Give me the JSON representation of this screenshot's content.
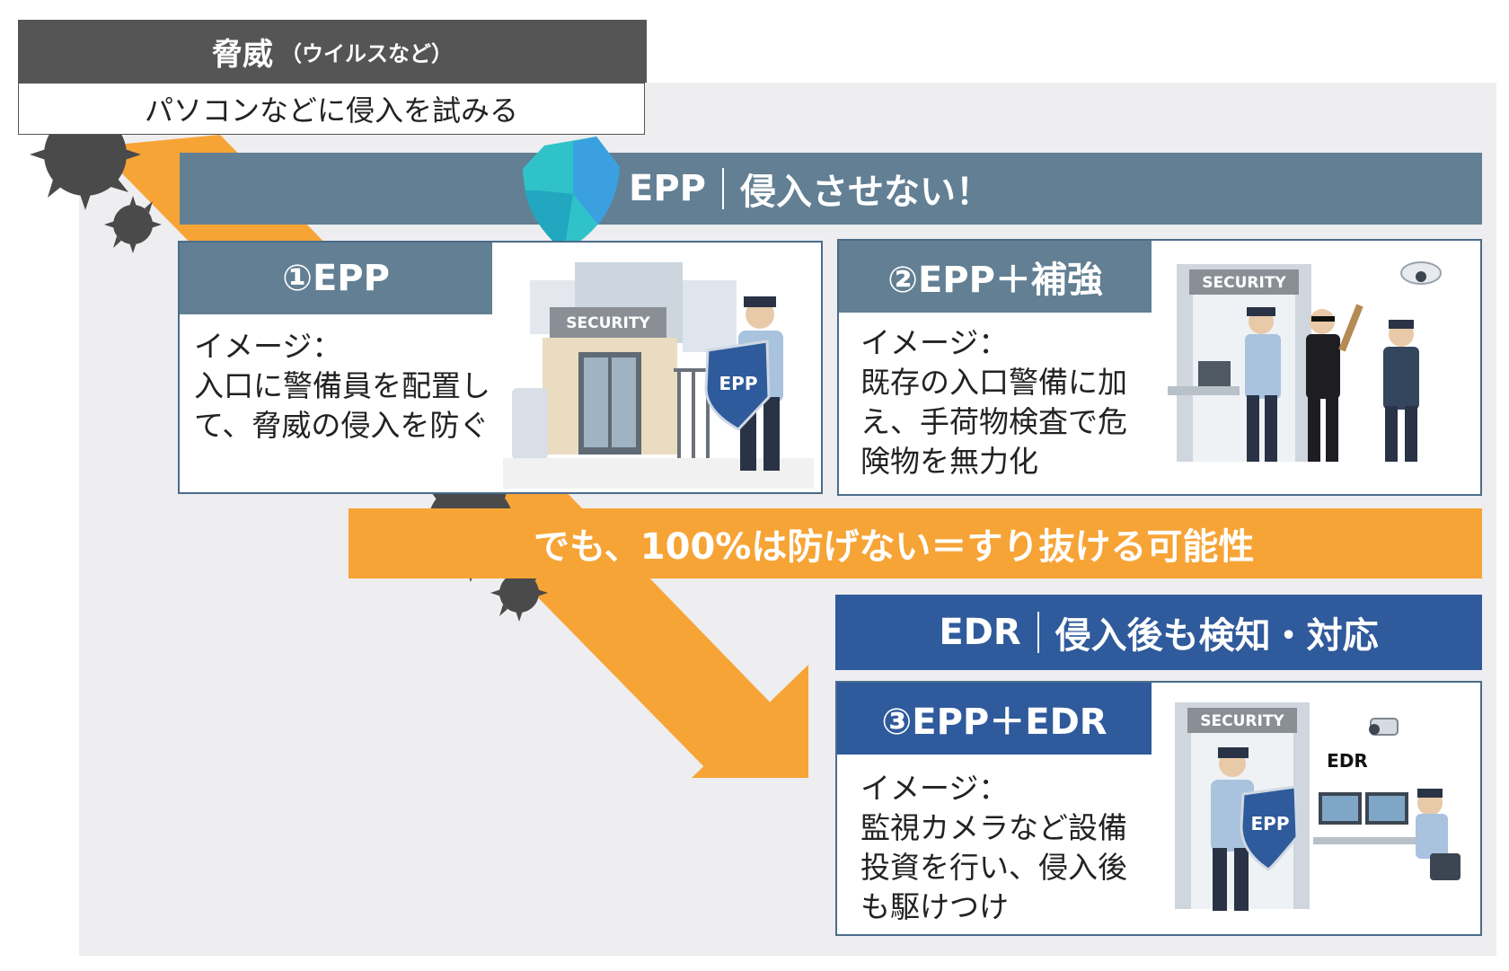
{
  "threat": {
    "title": "脅威",
    "subtitle": "（ウイルスなど）",
    "description": "パソコンなどに侵入を試みる"
  },
  "epp_header": {
    "label": "EPP",
    "text": "侵入させない！"
  },
  "cards": [
    {
      "title": "①EPP",
      "text": "イメージ：\n入口に警備員を配置して、脅威の侵入を防ぐ",
      "illustration_labels": [
        "SECURITY",
        "EPP"
      ]
    },
    {
      "title": "②EPP＋補強",
      "text": "イメージ：\n既存の入口警備に加え、手荷物検査で危険物を無力化",
      "illustration_labels": [
        "SECURITY"
      ]
    },
    {
      "title": "③EPP＋EDR",
      "text": "イメージ：\n監視カメラなど設備投資を行い、侵入後も駆けつけ",
      "illustration_labels": [
        "SECURITY",
        "EDR",
        "EPP"
      ]
    }
  ],
  "breach_banner": {
    "text": "でも、100%は防げない＝すり抜ける可能性"
  },
  "edr_header": {
    "label": "EDR",
    "text": "侵入後も検知・対応"
  },
  "colors": {
    "threat_header": "#555555",
    "epp": "#627f93",
    "edr": "#2f5a9b",
    "arrow": "#f7a437",
    "virus": "#4a4a4a",
    "background_panel": "#eeedef"
  }
}
